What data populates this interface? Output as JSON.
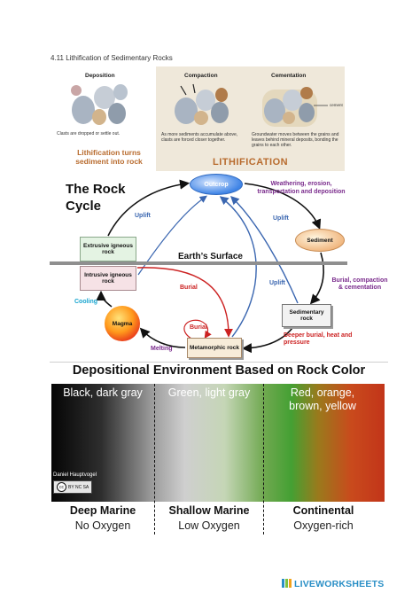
{
  "document": {
    "title": "4.11 Lithification of Sedimentary Rocks"
  },
  "lithification": {
    "stages": [
      {
        "title": "Deposition",
        "caption": "Clasts are dropped or settle out."
      },
      {
        "title": "Compaction",
        "caption": "As more sediments accumulate above, clasts are forced closer together."
      },
      {
        "title": "Cementation",
        "caption": "Groundwater moves between the grains and leaves behind mineral deposits, bonding the grains to each other."
      }
    ],
    "cement_label": "cement",
    "note": "Lithification turns sediment into rock",
    "banner": "LITHIFICATION"
  },
  "rock_cycle": {
    "title_line1": "The Rock",
    "title_line2": "Cycle",
    "surface_label": "Earth’s Surface",
    "nodes": {
      "outcrop": "Outcrop",
      "sediment": "Sediment",
      "extrusive": "Extrusive igneous rock",
      "intrusive": "Intrusive igneous rock",
      "sedimentary": "Sedimentary rock",
      "magma": "Magma",
      "metamorphic": "Metamorphic rock"
    },
    "processes": {
      "weathering": "Weathering, erosion, transportation and deposition",
      "uplift_left": "Uplift",
      "uplift_right": "Uplift",
      "uplift_center": "Uplift",
      "burial_compaction": "Burial, compaction & cementation",
      "burial_left": "Burial",
      "burial_meta": "Burial",
      "deeper_burial": "Deeper burial, heat and pressure",
      "cooling": "Cooling",
      "melting": "Melting"
    },
    "colors": {
      "purple": "#7a2b8c",
      "blue": "#3a66b0",
      "red": "#cc2222",
      "cyan": "#18a5cf"
    }
  },
  "depositional": {
    "title": "Depositional Environment Based on Rock Color",
    "zones": [
      {
        "colors": "Black, dark gray",
        "environment": "Deep Marine",
        "oxygen": "No Oxygen"
      },
      {
        "colors": "Green, light gray",
        "environment": "Shallow Marine",
        "oxygen": "Low Oxygen"
      },
      {
        "colors": "Red, orange, brown, yellow",
        "environment": "Continental",
        "oxygen": "Oxygen-rich"
      }
    ],
    "credit": "Daniel Hauptvogel",
    "license": "BY NC SA"
  },
  "footer": {
    "brand": "LIVEWORKSHEETS"
  }
}
